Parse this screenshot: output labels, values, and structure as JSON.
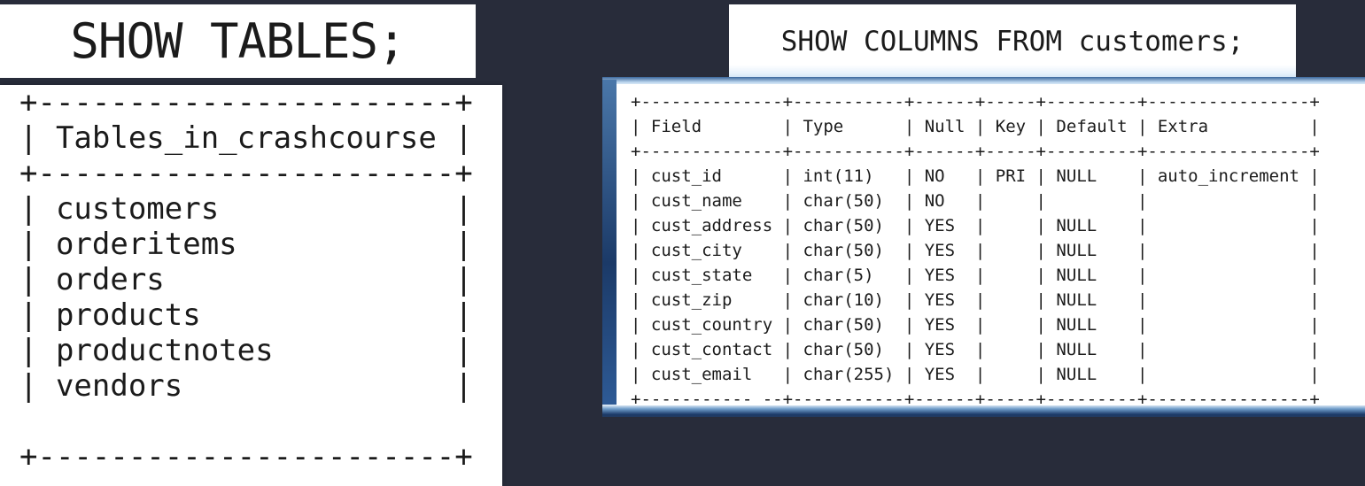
{
  "colors": {
    "background": "#282c3a",
    "panel_white": "#ffffff",
    "text_black": "#1b1b1b",
    "glow_blue_dark": "#1b3a68",
    "glow_blue_mid": "#3c689c",
    "glow_blue_light": "#bdd7ef"
  },
  "left": {
    "command": "SHOW TABLES;",
    "result_table": {
      "columns": [
        "Tables_in_crashcourse"
      ],
      "rows": [
        [
          "customers"
        ],
        [
          "orderitems"
        ],
        [
          "orders"
        ],
        [
          "products"
        ],
        [
          "productnotes"
        ],
        [
          "vendors"
        ]
      ]
    },
    "output_lines": [
      "+-----------------------+",
      "| Tables_in_crashcourse |",
      "+-----------------------+",
      "| customers             |",
      "| orderitems            |",
      "| orders                |",
      "| products              |",
      "| productnotes          |",
      "| vendors               |",
      "",
      "+-----------------------+"
    ]
  },
  "right": {
    "command": "SHOW COLUMNS FROM customers;",
    "result_table": {
      "columns": [
        "Field",
        "Type",
        "Null",
        "Key",
        "Default",
        "Extra"
      ],
      "rows": [
        [
          "cust_id",
          "int(11)",
          "NO",
          "PRI",
          "NULL",
          "auto_increment"
        ],
        [
          "cust_name",
          "char(50)",
          "NO",
          "",
          "",
          ""
        ],
        [
          "cust_address",
          "char(50)",
          "YES",
          "",
          "NULL",
          ""
        ],
        [
          "cust_city",
          "char(50)",
          "YES",
          "",
          "NULL",
          ""
        ],
        [
          "cust_state",
          "char(5)",
          "YES",
          "",
          "NULL",
          ""
        ],
        [
          "cust_zip",
          "char(10)",
          "YES",
          "",
          "NULL",
          ""
        ],
        [
          "cust_country",
          "char(50)",
          "YES",
          "",
          "NULL",
          ""
        ],
        [
          "cust_contact",
          "char(50)",
          "YES",
          "",
          "NULL",
          ""
        ],
        [
          "cust_email",
          "char(255)",
          "YES",
          "",
          "NULL",
          ""
        ]
      ]
    },
    "output_lines": [
      "+--------------+-----------+------+-----+---------+----------------+",
      "| Field        | Type      | Null | Key | Default | Extra          |",
      "+--------------+-----------+------+-----+---------+----------------+",
      "| cust_id      | int(11)   | NO   | PRI | NULL    | auto_increment |",
      "| cust_name    | char(50)  | NO   |     |         |                |",
      "| cust_address | char(50)  | YES  |     | NULL    |                |",
      "| cust_city    | char(50)  | YES  |     | NULL    |                |",
      "| cust_state   | char(5)   | YES  |     | NULL    |                |",
      "| cust_zip     | char(10)  | YES  |     | NULL    |                |",
      "| cust_country | char(50)  | YES  |     | NULL    |                |",
      "| cust_contact | char(50)  | YES  |     | NULL    |                |",
      "| cust_email   | char(255) | YES  |     | NULL    |                |",
      "+----------- --+-----------+------+-----+---------+----------------+"
    ]
  }
}
